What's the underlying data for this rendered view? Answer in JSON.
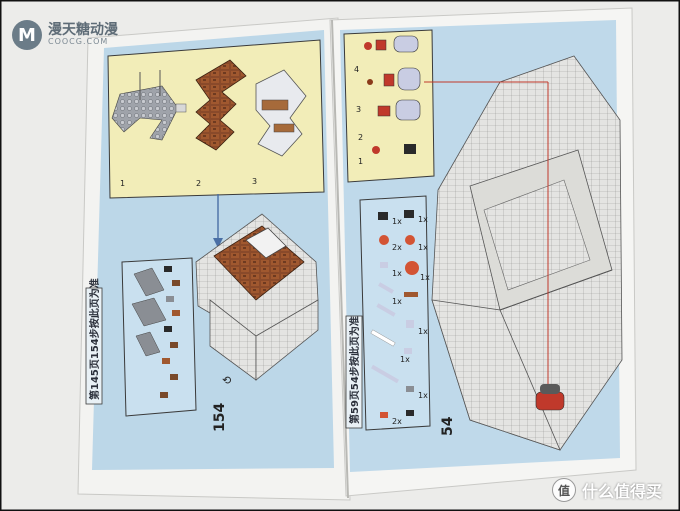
{
  "watermark_top_left": {
    "logo_letter": "M",
    "title": "漫天糖动漫",
    "subtitle": "COOCG.COM"
  },
  "watermark_bottom_right": {
    "logo_glyph": "值",
    "text": "什么值得买"
  },
  "manual": {
    "left_page": {
      "page_number": "154",
      "side_label": "第145页154步按此页为准",
      "sub_steps": [
        "1",
        "2",
        "3"
      ],
      "rotate_symbol": "⟲"
    },
    "right_page": {
      "page_number": "54",
      "side_label": "第59页54步按此页为准",
      "sub_steps": [
        "4",
        "3",
        "2",
        "1"
      ],
      "part_counts": [
        "1x",
        "1x",
        "2x",
        "1x",
        "1x",
        "1x",
        "1x",
        "1x",
        "1x",
        "1x",
        "2x"
      ]
    }
  }
}
